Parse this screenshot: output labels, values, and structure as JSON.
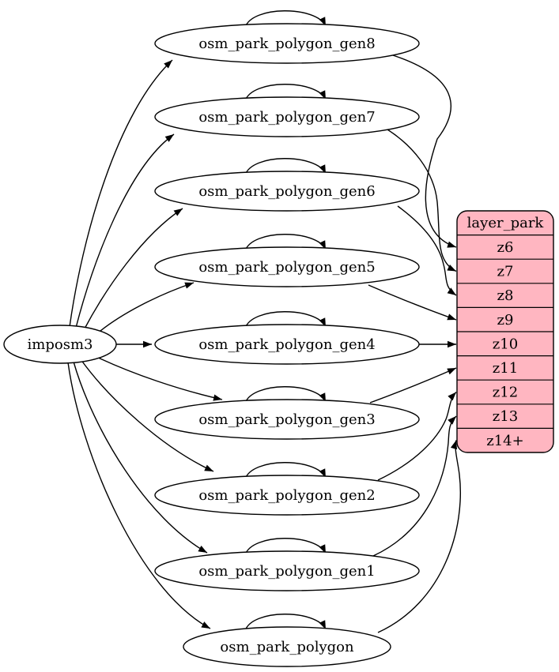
{
  "diagram": {
    "type": "etl-graph",
    "source": {
      "label": "imposm3"
    },
    "tables": [
      {
        "label": "osm_park_polygon_gen8",
        "feeds": "z6"
      },
      {
        "label": "osm_park_polygon_gen7",
        "feeds": "z7"
      },
      {
        "label": "osm_park_polygon_gen6",
        "feeds": "z8"
      },
      {
        "label": "osm_park_polygon_gen5",
        "feeds": "z9"
      },
      {
        "label": "osm_park_polygon_gen4",
        "feeds": "z10"
      },
      {
        "label": "osm_park_polygon_gen3",
        "feeds": "z11"
      },
      {
        "label": "osm_park_polygon_gen2",
        "feeds": "z12"
      },
      {
        "label": "osm_park_polygon_gen1",
        "feeds": "z13"
      },
      {
        "label": "osm_park_polygon",
        "feeds": "z14+"
      }
    ],
    "layer_table": {
      "title": "layer_park",
      "rows": [
        "z6",
        "z7",
        "z8",
        "z9",
        "z10",
        "z11",
        "z12",
        "z13",
        "z14+"
      ],
      "fill": "#ffb6c1",
      "stroke": "#000000"
    },
    "colors": {
      "edge": "#000000",
      "node_fill": "#ffffff"
    }
  }
}
